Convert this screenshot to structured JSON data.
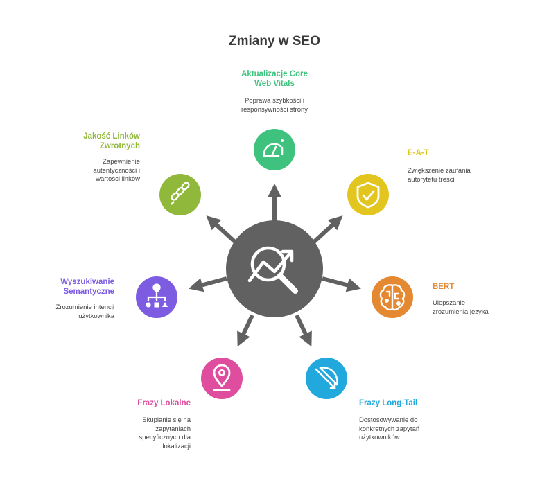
{
  "title": "Zmiany w SEO",
  "colors": {
    "hub": "#616161",
    "core_web_vitals": "#3fc27d",
    "eat": "#e2c61f",
    "bert": "#e48832",
    "long_tail": "#21a8dc",
    "local": "#df4d9e",
    "semantic": "#7d5ce2",
    "links": "#90b83a"
  },
  "icons": {
    "hub": "trend-magnifier-icon",
    "core_web_vitals": "speedometer-icon",
    "eat": "shield-check-icon",
    "bert": "brain-circuit-icon",
    "long_tail": "bow-arrow-icon",
    "local": "location-pin-icon",
    "semantic": "hierarchy-shapes-icon",
    "links": "chain-link-icon"
  },
  "items": {
    "core_web_vitals": {
      "label": [
        "Aktualizacje Core",
        "Web Vitals"
      ],
      "desc": [
        "Poprawa szybkości i",
        "responsywności strony"
      ]
    },
    "eat": {
      "label": [
        "E-A-T"
      ],
      "desc": [
        "Zwiększenie zaufania i",
        "autorytetu treści"
      ]
    },
    "bert": {
      "label": [
        "BERT"
      ],
      "desc": [
        "Ulepszanie",
        "zrozumienia języka"
      ]
    },
    "long_tail": {
      "label": [
        "Frazy Long-Tail"
      ],
      "desc": [
        "Dostosowywanie do",
        "konkretnych zapytań",
        "użytkowników"
      ]
    },
    "local": {
      "label": [
        "Frazy Lokalne"
      ],
      "desc": [
        "Skupianie się na",
        "zapytaniach",
        "specyficznych dla",
        "lokalizacji"
      ]
    },
    "semantic": {
      "label": [
        "Wyszukiwanie",
        "Semantyczne"
      ],
      "desc": [
        "Zrozumienie intencji",
        "użytkownika"
      ]
    },
    "links": {
      "label": [
        "Jakość Linków",
        "Zwrotnych"
      ],
      "desc": [
        "Zapewnienie",
        "autentyczności i",
        "wartości linków"
      ]
    }
  }
}
